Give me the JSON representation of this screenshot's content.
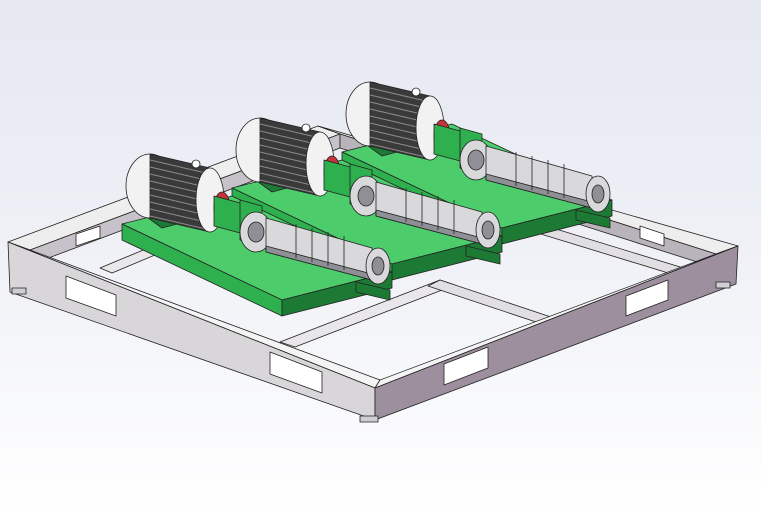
{
  "scene": {
    "description_visible_text": "",
    "colors": {
      "frame_light": "#efeeee",
      "frame_mid": "#d8d6d8",
      "frame_shadow": "#9e8f9f",
      "frame_inner": "#b9b3bb",
      "base_green": "#2fb04e",
      "base_green_dark": "#1d7a35",
      "base_green_light": "#4ccc6a",
      "motor_light": "#f2f2f2",
      "motor_dark": "#3a3a3a",
      "coupling_red": "#c8323a",
      "pump_steel": "#d9d9dc",
      "pump_shade": "#8f8f96",
      "outline": "#222222"
    },
    "units": [
      {
        "name": "pump-unit-back"
      },
      {
        "name": "pump-unit-middle"
      },
      {
        "name": "pump-unit-front"
      }
    ]
  }
}
